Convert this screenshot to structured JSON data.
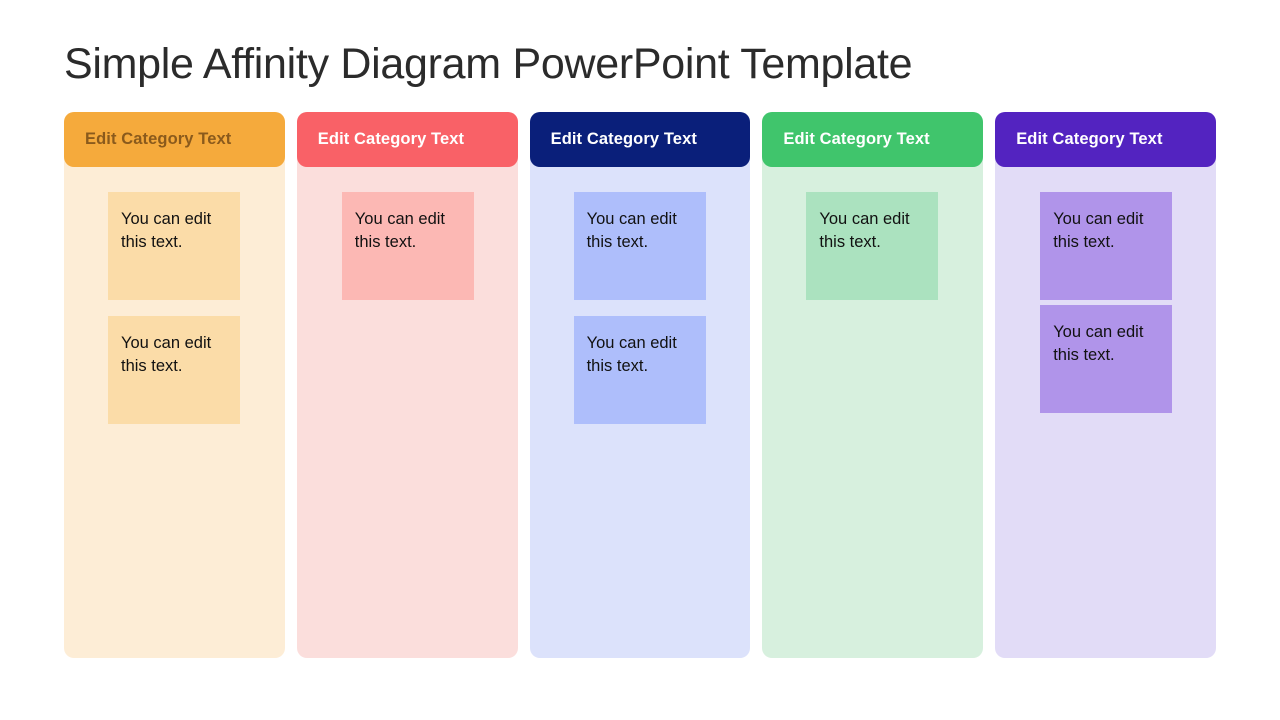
{
  "slide": {
    "title": "Simple Affinity Diagram PowerPoint Template",
    "background_color": "#FFFFFF",
    "title_color": "#2B2B2B"
  },
  "columns": [
    {
      "id": "column-1",
      "header_label": "Edit Category Text",
      "header_color": "#F5AA3C",
      "header_text_color": "#8A5A1C",
      "body_color": "#FDEDD6",
      "note_color": "#FBDCA8",
      "note_text_color": "#111111",
      "notes": [
        {
          "text": "You can edit this text."
        },
        {
          "text": "You can edit this text."
        }
      ]
    },
    {
      "id": "column-2",
      "header_label": "Edit Category Text",
      "header_color": "#F96167",
      "header_text_color": "#FFFFFF",
      "body_color": "#FBDEDC",
      "note_color": "#FCB8B4",
      "note_text_color": "#111111",
      "notes": [
        {
          "text": "You can edit this text."
        }
      ]
    },
    {
      "id": "column-3",
      "header_label": "Edit Category Text",
      "header_color": "#0A1F7A",
      "header_text_color": "#FFFFFF",
      "body_color": "#DCE2FB",
      "note_color": "#AEBEFB",
      "note_text_color": "#111111",
      "notes": [
        {
          "text": "You can edit this text."
        },
        {
          "text": "You can edit this text."
        }
      ]
    },
    {
      "id": "column-4",
      "header_label": "Edit Category Text",
      "header_color": "#40C56C",
      "header_text_color": "#FFFFFF",
      "body_color": "#D7F0DE",
      "note_color": "#ABE2BF",
      "note_text_color": "#111111",
      "notes": [
        {
          "text": "You can edit this text."
        }
      ]
    },
    {
      "id": "column-5",
      "header_label": "Edit Category Text",
      "header_color": "#5323C0",
      "header_text_color": "#FFFFFF",
      "body_color": "#E2DCF7",
      "note_color": "#B094EA",
      "note_text_color": "#111111",
      "notes": [
        {
          "text": "You can edit this text."
        },
        {
          "text": "You can edit this text."
        }
      ]
    }
  ]
}
